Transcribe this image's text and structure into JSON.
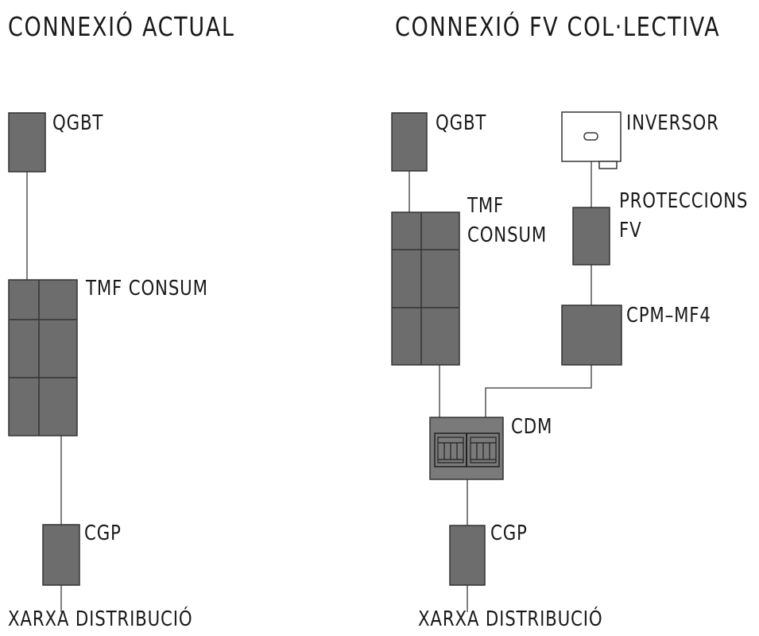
{
  "colors": {
    "box_fill": "#6d6d6d",
    "box_stroke": "#333333",
    "line": "#555555",
    "inverter_fill": "#ffffff",
    "cdm_fill": "#7a7a7a",
    "text": "#1a1a1a"
  },
  "left": {
    "title": "CONNEXIÓ ACTUAL",
    "qgbt": "QGBT",
    "tmf": "TMF CONSUM",
    "cgp": "CGP",
    "grid": "XARXA DISTRIBUCIÓ"
  },
  "right": {
    "title": "CONNEXIÓ FV COL·LECTIVA",
    "qgbt": "QGBT",
    "tmf_line1": "TMF",
    "tmf_line2": "CONSUM",
    "inverter": "INVERSOR",
    "protections_line1": "PROTECCIONS",
    "protections_line2": "FV",
    "cpm": "CPM–MF4",
    "cdm": "CDM",
    "cgp": "CGP",
    "grid": "XARXA DISTRIBUCIÓ"
  }
}
